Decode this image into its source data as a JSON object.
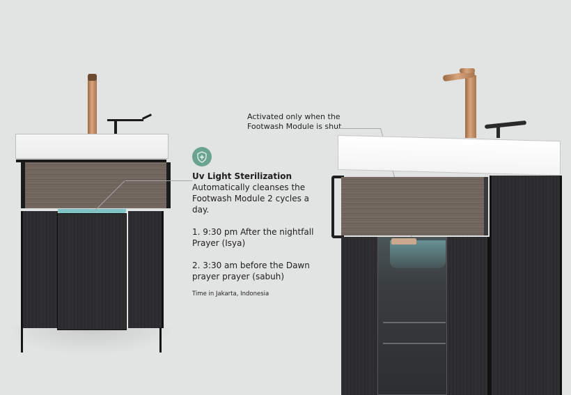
{
  "callout_uv": {
    "icon": "shield-plus-icon",
    "icon_color": "#6aa38f",
    "title": "Uv Light Sterilization",
    "description_line1": "Automatically cleanses the",
    "description_line2": "Footwash Module 2 cycles a day.",
    "cycle1_line1": "1. 9:30 pm After the nightfall",
    "cycle1_line2": "Prayer (Isya)",
    "cycle2_line1": "2. 3:30 am before the Dawn",
    "cycle2_line2": "prayer prayer (sabuh)",
    "note": "Time in Jakarta, Indonesia"
  },
  "callout_activation": {
    "line1": "Activated only when the",
    "line2": "Footwash Module is shut"
  },
  "colors": {
    "background": "#e2e3e3",
    "wood": "#726860",
    "cabinet": "#2d2d30",
    "copper": "#c48f66",
    "uv_light": "#7fc4c4"
  }
}
